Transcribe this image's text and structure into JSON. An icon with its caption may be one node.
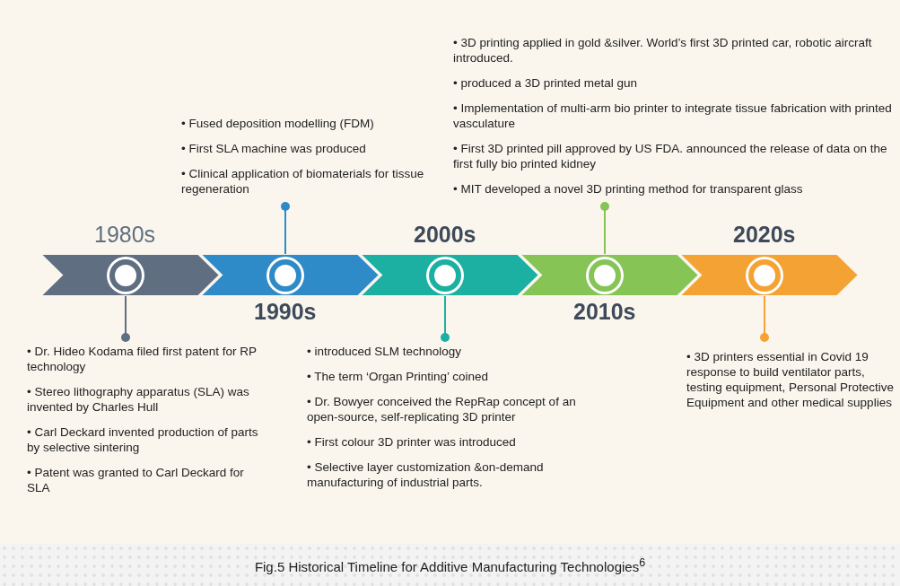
{
  "diagram": {
    "caption": "Fig.5 Historical Timeline for Additive Manufacturing Technologies$^{6}$",
    "nodes": [
      {
        "text": [
          "1980s"
        ]
      },
      {
        "text": [
          "1990s"
        ]
      },
      {
        "text": [
          "2000s"
        ]
      },
      {
        "text": [
          "2010s"
        ]
      },
      {
        "text": [
          "2020s"
        ]
      },
      {
        "text": [],
        "shape": "circle",
        "in": 0
      },
      {
        "text": [],
        "shape": "circle",
        "in": 1
      },
      {
        "text": [],
        "shape": "circle",
        "in": 2
      },
      {
        "text": [],
        "shape": "circle",
        "in": 3
      },
      {
        "text": [],
        "shape": "circle",
        "in": 4
      },
      {
        "text": [
          "• Dr. Hideo Kodama filed first patent for RP technology",
          "• Stereo lithography apparatus (SLA) was invented by Charles Hull",
          "• Carl Deckard invented production of parts by selective sintering",
          "• Patent was granted to Carl Deckard for SLA"
        ]
      },
      {
        "text": [
          "• Fused deposition modelling (FDM)",
          "• First SLA machine was produced",
          "• Clinical application of biomaterials for tissue regeneration"
        ]
      },
      {
        "text": [
          "• introduced SLM technology",
          "• The term ‘Organ Printing’ coined",
          "• Dr. Bowyer conceived the RepRap concept of an open-source, self-replicating 3D printer",
          "• First colour 3D printer was introduced",
          "• Selective layer customization &on-demand manufacturing of industrial parts."
        ]
      },
      {
        "text": [
          "• 3D printing applied in gold &silver. World’s first 3D printed car, robotic aircraft introduced.",
          "• produced a 3D printed metal gun",
          "• Implementation of multi-arm bio printer to integrate tissue fabrication with printed vasculature",
          "• First 3D printed pill approved by US FDA. announced the release of data on the first fully bio printed kidney",
          "• MIT developed a novel 3D printing method for transparent glass"
        ]
      },
      {
        "text": [
          "• 3D printers essential in Covid 19 response to build ventilator parts, testing equipment, Personal Protective Equipment and other medical supplies"
        ]
      }
    ],
    "edges": [
      {
        "from": 10,
        "to": 5,
        "arrow": "other",
        "color": "#5f6e80"
      },
      {
        "from": 11,
        "to": 6,
        "arrow": "other",
        "color": "#2f8ac8"
      },
      {
        "from": 12,
        "to": 7,
        "arrow": "other",
        "color": "#1bb0a2"
      },
      {
        "from": 13,
        "to": 8,
        "arrow": "other",
        "color": "#86c456"
      },
      {
        "from": 14,
        "to": 9,
        "arrow": "other",
        "color": "#f5a234"
      }
    ]
  }
}
